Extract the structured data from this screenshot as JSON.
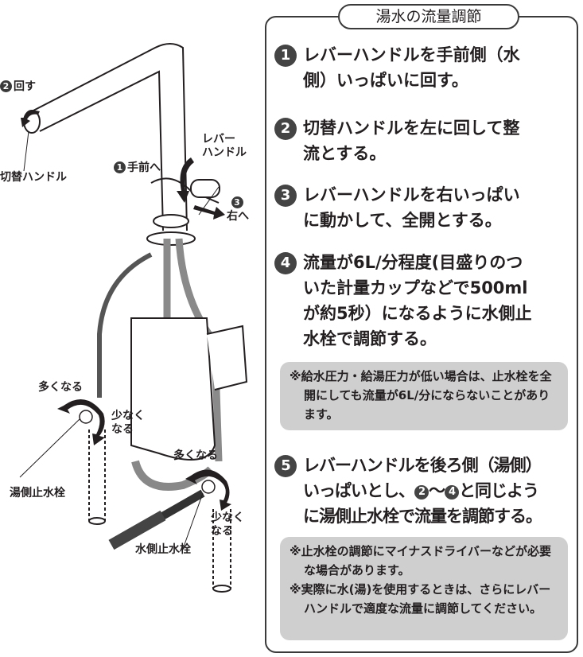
{
  "title": "湯水の流量調節",
  "labels": {
    "turn": "回す",
    "turn_num": "2",
    "switch_handle": "切替ハンドル",
    "lever_handle_1": "レバー",
    "lever_handle_2": "ハンドル",
    "toward": "手前へ",
    "toward_num": "1",
    "right": "右へ",
    "right_num": "3",
    "more_hot": "多くなる",
    "less_hot_1": "少なく",
    "less_hot_2": "なる",
    "hot_valve": "湯側止水栓",
    "more_cold": "多くなる",
    "less_cold_1": "少なく",
    "less_cold_2": "なる",
    "cold_valve": "水側止水栓"
  },
  "steps": [
    {
      "num": "1",
      "lines": [
        "レバーハンドルを手前側（水",
        "側）いっぱいに回す。"
      ]
    },
    {
      "num": "2",
      "lines": [
        "切替ハンドルを左に回して整",
        "流とする。"
      ]
    },
    {
      "num": "3",
      "lines": [
        "レバーハンドルを右いっぱい",
        "に動かして、全開とする。"
      ]
    },
    {
      "num": "4",
      "lines": [
        "流量が6L/分程度(目盛りのつ",
        "いた計量カップなどで500ml",
        "が約5秒）になるように水側止",
        "水栓で調節する。"
      ]
    },
    {
      "num": "5",
      "lines": [
        "レバーハンドルを後ろ側（湯側）",
        "いっぱいとし、",
        "と同じよう",
        "に湯側止水栓で流量を調節する。"
      ],
      "ref_from": "2",
      "ref_sep": "〜",
      "ref_to": "4"
    }
  ],
  "notes": [
    [
      "※給水圧力・給湯圧力が低い場合は、止水栓を全開にしても流量が6L/分にならないことがあります。"
    ],
    [
      "※止水栓の調節にマイナスドライバーなどが必要な場合があります。",
      "※実際に水(湯)を使用するときは、さらにレバーハンドルで適度な流量に調節してください。"
    ]
  ]
}
